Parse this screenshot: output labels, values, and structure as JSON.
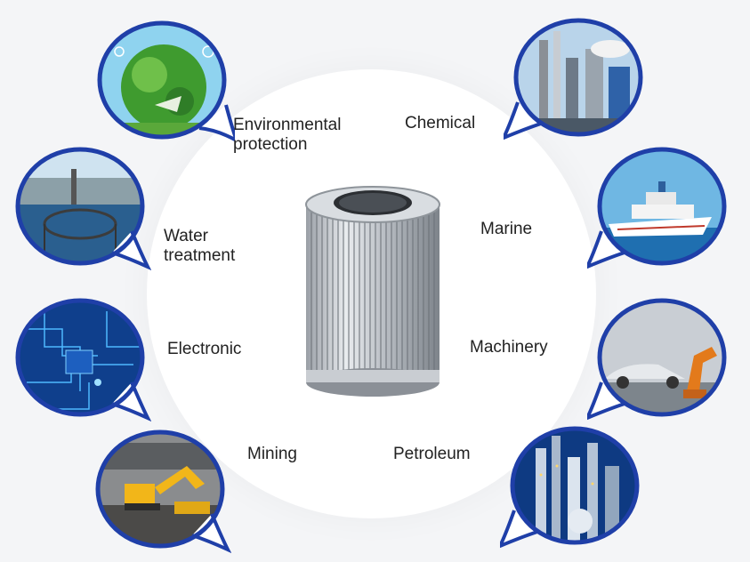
{
  "labels": {
    "environmental": "Environmental\nprotection",
    "chemical": "Chemical",
    "water": "Water\ntreatment",
    "marine": "Marine",
    "electronic": "Electronic",
    "machinery": "Machinery",
    "mining": "Mining",
    "petroleum": "Petroleum"
  },
  "colors": {
    "bubble_border": "#1f3fa8",
    "background": "#f4f5f7",
    "disc": "#ffffff"
  }
}
